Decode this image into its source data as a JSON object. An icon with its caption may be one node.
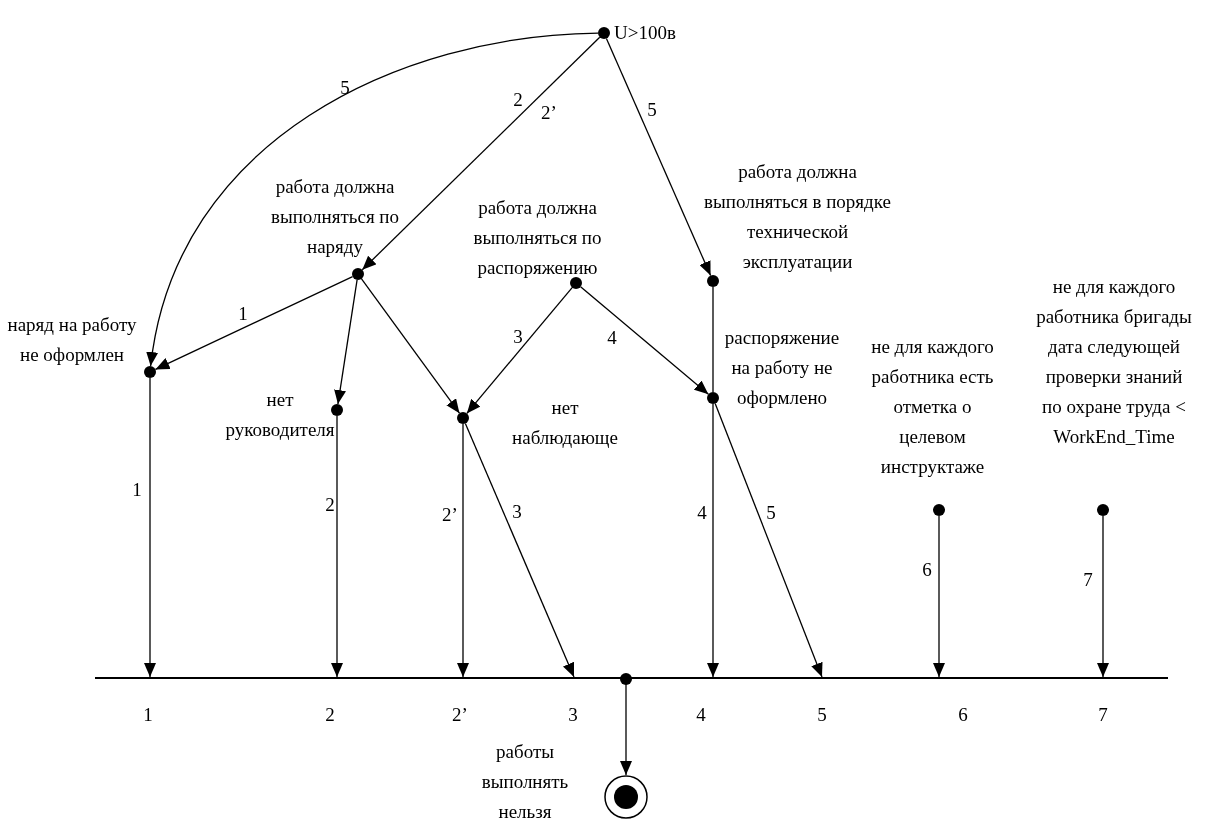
{
  "diagram": {
    "nodes": [
      {
        "text": [],
        "shape": "circle",
        "beside": [
          "U>100в"
        ]
      },
      {
        "text": [],
        "shape": "circle",
        "beside": [
          "наряд на работу не оформлен"
        ]
      },
      {
        "text": [],
        "shape": "circle",
        "beside": [
          "работа должна выполняться по наряду"
        ]
      },
      {
        "text": [],
        "shape": "circle",
        "beside": [
          "нет руководителя"
        ]
      },
      {
        "text": [],
        "shape": "circle",
        "beside": [
          "нет наблюдающе"
        ]
      },
      {
        "text": [],
        "shape": "circle",
        "beside": [
          "работа должна выполняться по распоряжению"
        ]
      },
      {
        "text": [],
        "shape": "circle",
        "beside": [
          "работа должна выполняться в порядке технической эксплуатации"
        ]
      },
      {
        "text": [],
        "shape": "circle",
        "beside": [
          "распоряжение на работу не оформлено"
        ]
      },
      {
        "text": [],
        "shape": "circle",
        "beside": [
          "не для каждого работника есть отметка о целевом инструктаже"
        ]
      },
      {
        "text": [],
        "shape": "circle",
        "beside": [
          "не для каждого работника бригады дата следующей проверки знаний по охране труда < WorkEnd_Time"
        ]
      },
      {
        "text": [],
        "shape": "bar"
      },
      {
        "text": [],
        "shape": "bullseye",
        "beside": [
          "работы выполнять нельзя"
        ]
      }
    ],
    "edges": [
      {
        "from": 0,
        "to": 1,
        "arrow": "to",
        "label": "5"
      },
      {
        "from": 0,
        "to": 2,
        "arrow": "to",
        "label": "2"
      },
      {
        "from": 0,
        "to": 6,
        "arrow": "to",
        "label": "5"
      },
      {
        "from": 2,
        "to": 1,
        "arrow": "to",
        "label": "1"
      },
      {
        "from": 2,
        "to": 3,
        "arrow": "to"
      },
      {
        "from": 2,
        "to": 4,
        "arrow": "to"
      },
      {
        "from": 5,
        "to": 4,
        "arrow": "to",
        "label": "3"
      },
      {
        "from": 5,
        "to": 7,
        "arrow": "to",
        "label": "4"
      },
      {
        "from": 6,
        "to": 7,
        "arrow": "none"
      },
      {
        "from": 1,
        "to": 10,
        "arrow": "to",
        "label": "1"
      },
      {
        "from": 3,
        "to": 10,
        "arrow": "to",
        "label": "2"
      },
      {
        "from": 4,
        "to": 10,
        "arrow": "to",
        "label": "2’"
      },
      {
        "from": 4,
        "to": 10,
        "arrow": "to",
        "label": "3"
      },
      {
        "from": 7,
        "to": 10,
        "arrow": "to",
        "label": "4"
      },
      {
        "from": 7,
        "to": 10,
        "arrow": "to",
        "label": "5"
      },
      {
        "from": 8,
        "to": 10,
        "arrow": "to",
        "label": "6"
      },
      {
        "from": 9,
        "to": 10,
        "arrow": "to",
        "label": "7"
      },
      {
        "from": 10,
        "to": 11,
        "arrow": "to"
      }
    ],
    "labels": [
      "2’",
      "1",
      "2",
      "2’",
      "3",
      "4",
      "5",
      "6",
      "7"
    ]
  }
}
